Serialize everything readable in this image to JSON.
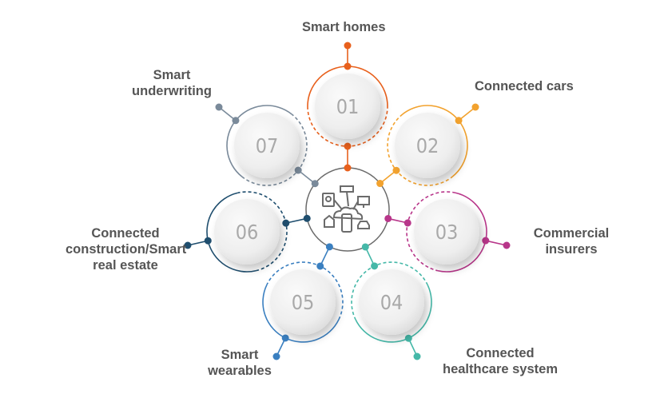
{
  "title": "IoT in insurance",
  "center_icon": "iot-devices-cloud-icon",
  "items": [
    {
      "number": "01",
      "label": "Smart homes",
      "color": "#e8601c"
    },
    {
      "number": "02",
      "label": "Connected cars",
      "color": "#f2a22e"
    },
    {
      "number": "03",
      "label": "Commercial insurers",
      "color": "#b8368a"
    },
    {
      "number": "04",
      "label": "Connected healthcare system",
      "color": "#45b8a8"
    },
    {
      "number": "05",
      "label": "Smart wearables",
      "color": "#3a7fc0"
    },
    {
      "number": "06",
      "label": "Connected construction/Smart real estate",
      "color": "#1f4e6e"
    },
    {
      "number": "07",
      "label": "Smart underwriting",
      "color": "#7a8a9a"
    }
  ]
}
